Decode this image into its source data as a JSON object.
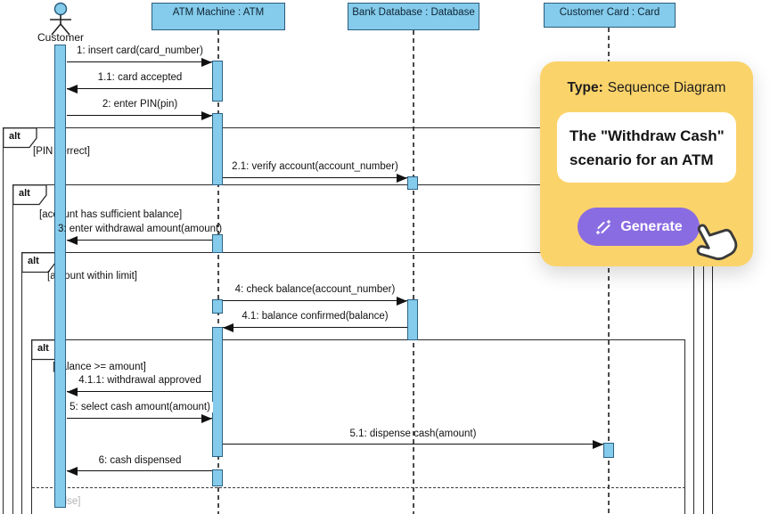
{
  "diagram": {
    "actor": {
      "name": "Customer"
    },
    "lifelines": [
      {
        "label": "ATM Machine : ATM"
      },
      {
        "label": "Bank Database : Database"
      },
      {
        "label": "Customer Card : Card"
      }
    ],
    "messages": [
      {
        "label": "1: insert card(card_number)"
      },
      {
        "label": "1.1: card accepted"
      },
      {
        "label": "2: enter PIN(pin)"
      },
      {
        "label": "2.1: verify account(account_number)"
      },
      {
        "label": "3: enter withdrawal amount(amount)"
      },
      {
        "label": "4: check balance(account_number)"
      },
      {
        "label": "4.1: balance confirmed(balance)"
      },
      {
        "label": "4.1.1: withdrawal approved"
      },
      {
        "label": "5: select cash amount(amount)"
      },
      {
        "label": "5.1: dispense cash(amount)"
      },
      {
        "label": "6: cash dispensed"
      }
    ],
    "frames": [
      {
        "operator": "alt",
        "guard": "[PIN correct]"
      },
      {
        "operator": "alt",
        "guard": "[account has sufficient balance]"
      },
      {
        "operator": "alt",
        "guard": "[amount within limit]"
      },
      {
        "operator": "alt",
        "guard": "[balance >= amount]"
      }
    ],
    "else_label": "[else]"
  },
  "overlay": {
    "type_label": "Type:",
    "type_value": "Sequence Diagram",
    "prompt_line1": "The \"Withdraw Cash\"",
    "prompt_line2": "scenario for an ATM",
    "generate_label": "Generate"
  },
  "colors": {
    "shape_fill": "#85CBEB",
    "shape_border": "#2b5d7d",
    "card_yellow": "#FBD36B",
    "button_purple": "#8A6CE2",
    "frame_border": "#2a2a2a"
  }
}
